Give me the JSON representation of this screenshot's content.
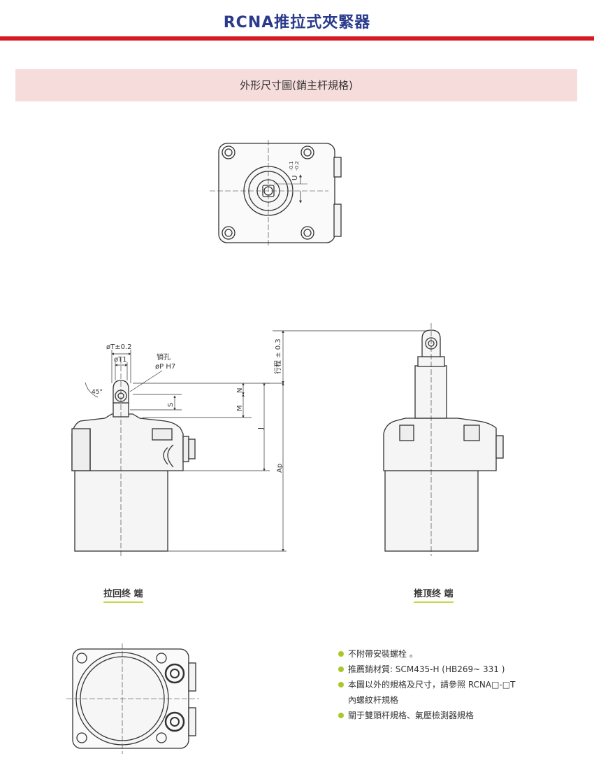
{
  "header": {
    "title": "RCNA推拉式夾緊器"
  },
  "section": {
    "label": "外形尺寸圖(銷主杆規格)"
  },
  "views": {
    "pull_end": "拉回终 端",
    "push_end": "推顶终 端"
  },
  "dimensions": {
    "u": "U",
    "u_tol_upper": "-0.1",
    "u_tol_lower": "-0.2",
    "t": "øT±0.2",
    "t1": "øT1",
    "pin_hole": "销孔",
    "pin_size": "øP H7",
    "angle": "45°",
    "n": "N",
    "s": "S",
    "m": "M",
    "j": "J",
    "ap": "Ap",
    "stroke": "行程 ± 0.3"
  },
  "notes": {
    "items": [
      "不附帶安裝螺栓 。",
      "推薦銷材質: SCM435-H (HB269~ 331 )",
      "本圖以外的規格及尺寸，請參照 RCNA□-□T",
      "關于雙頭杆規格、氣壓檢測器規格"
    ],
    "continuation": "內螺紋杆規格"
  }
}
